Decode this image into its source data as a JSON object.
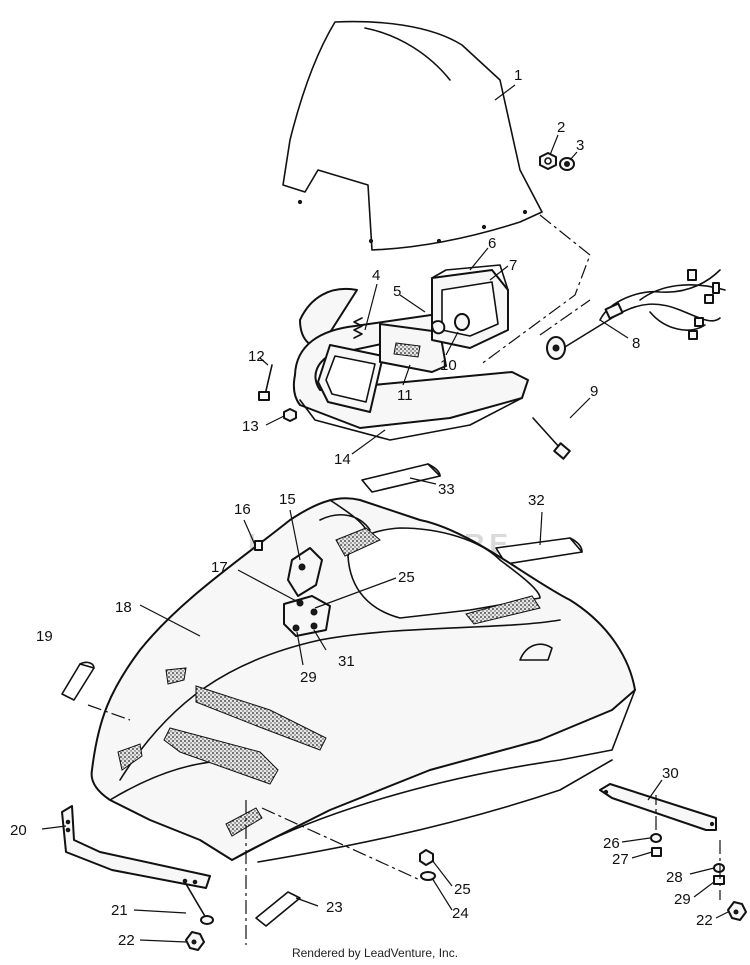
{
  "watermark": "LEADVENTURE",
  "footer": "Rendered by LeadVenture, Inc.",
  "callouts": {
    "c1": "1",
    "c2": "2",
    "c3": "3",
    "c4": "4",
    "c5": "5",
    "c6": "6",
    "c7": "7",
    "c8": "8",
    "c9": "9",
    "c10": "10",
    "c11": "11",
    "c12": "12",
    "c13": "13",
    "c14": "14",
    "c15": "15",
    "c16": "16",
    "c17": "17",
    "c18": "18",
    "c19": "19",
    "c20": "20",
    "c21": "21",
    "c22a": "22",
    "c22b": "22",
    "c23": "23",
    "c24": "24",
    "c25a": "25",
    "c25b": "25",
    "c26": "26",
    "c27": "27",
    "c28": "28",
    "c29a": "29",
    "c29b": "29",
    "c30": "30",
    "c31": "31",
    "c32": "32",
    "c33": "33"
  }
}
